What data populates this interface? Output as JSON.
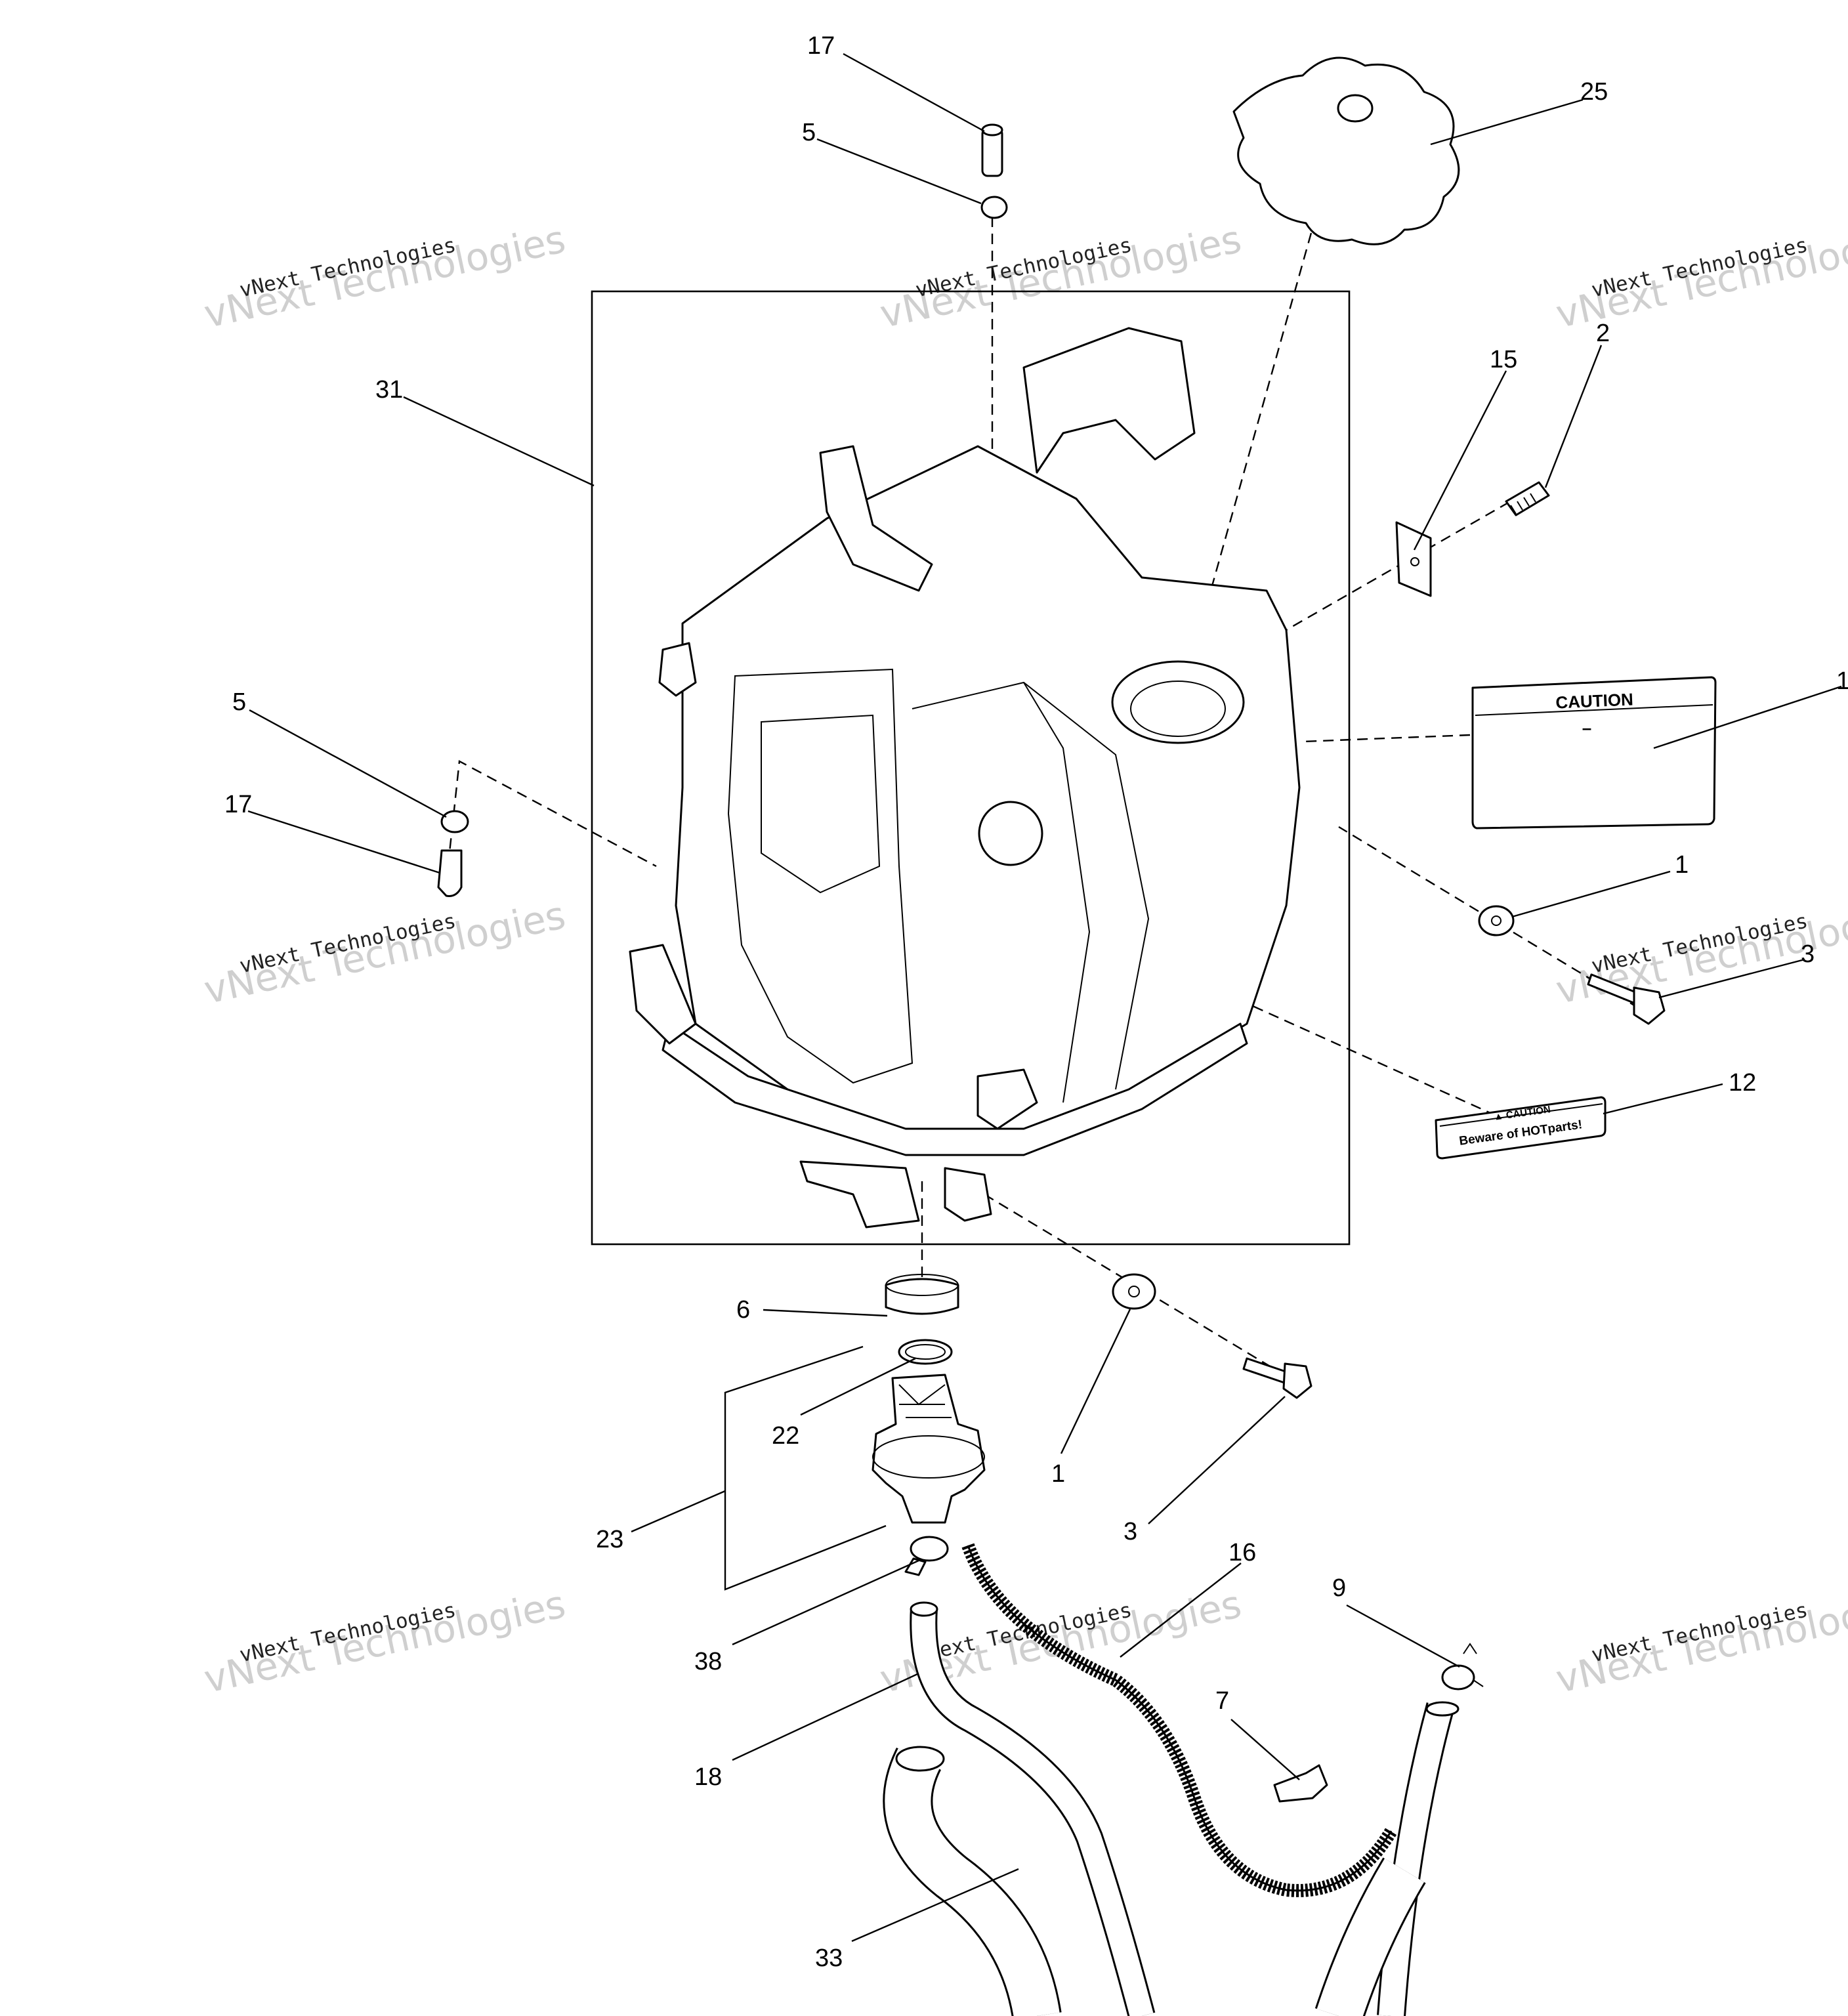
{
  "callouts": {
    "c17_top": "17",
    "c5_top": "5",
    "c25": "25",
    "c31": "31",
    "c15": "15",
    "c2": "2",
    "c1_label": "1",
    "c5_left": "5",
    "c17_left": "17",
    "c1_washer": "1",
    "c3_right": "3",
    "c12": "12",
    "c6": "6",
    "c22": "22",
    "c23": "23",
    "c1_lower": "1",
    "c3_lower": "3",
    "c16": "16",
    "c9": "9",
    "c38": "38",
    "c7": "7",
    "c18": "18",
    "c33": "33"
  },
  "caution_label": {
    "title": "CAUTION",
    "body": "–"
  },
  "hot_label": {
    "title": "▲ CAUTION",
    "body": "Beware of HOTparts!"
  },
  "watermark": {
    "line1": "vNext Technologies",
    "line2": "vNext Technologies"
  },
  "colors": {
    "line": "#000000",
    "background": "#ffffff",
    "watermark": "#cfcfcf"
  }
}
